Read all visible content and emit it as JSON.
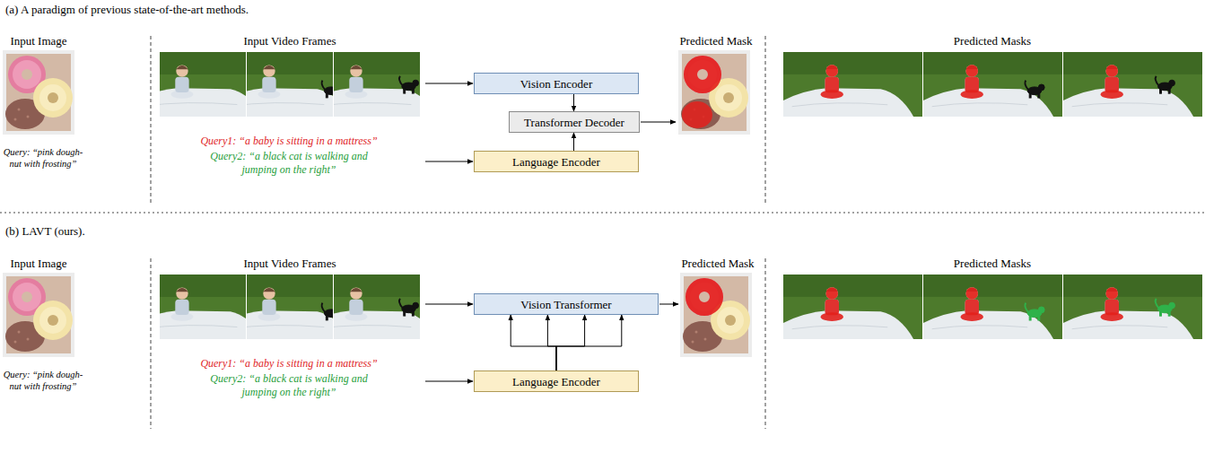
{
  "diagram": {
    "nodes": [
      {
        "text": [
          "Vision Encoder"
        ]
      },
      {
        "text": [
          "Transformer Decoder"
        ]
      },
      {
        "text": [
          "Language Encoder"
        ]
      },
      {
        "text": [
          "Vision Transformer"
        ]
      },
      {
        "text": [
          "Language Encoder"
        ]
      }
    ],
    "edges": [
      {
        "from": 0,
        "to": 1,
        "arrow": "to"
      },
      {
        "from": 2,
        "to": 1,
        "arrow": "to"
      },
      {
        "from": 4,
        "to": 3,
        "arrow": "to"
      },
      {
        "from": 4,
        "to": 3,
        "arrow": "to"
      },
      {
        "from": 4,
        "to": 3,
        "arrow": "to"
      },
      {
        "from": 4,
        "to": 3,
        "arrow": "to"
      }
    ],
    "labels": [
      "(a) A paradigm of previous state-of-the-art methods.",
      "Input Image",
      "Query: “pink dough- nut with frosting”",
      "Input Video Frames",
      "Query1: “a baby is sitting in a mattress”",
      "Query2: “a black cat is walking and jumping on the right”",
      "Predicted Mask",
      "Predicted Masks",
      "(b) LAVT (ours).",
      "Input Image",
      "Query: “pink dough- nut with frosting”",
      "Input Video Frames",
      "Query1: “a baby is sitting in a mattress”",
      "Query2: “a black cat is walking and jumping on the right”",
      "Predicted Mask",
      "Predicted Masks"
    ]
  }
}
